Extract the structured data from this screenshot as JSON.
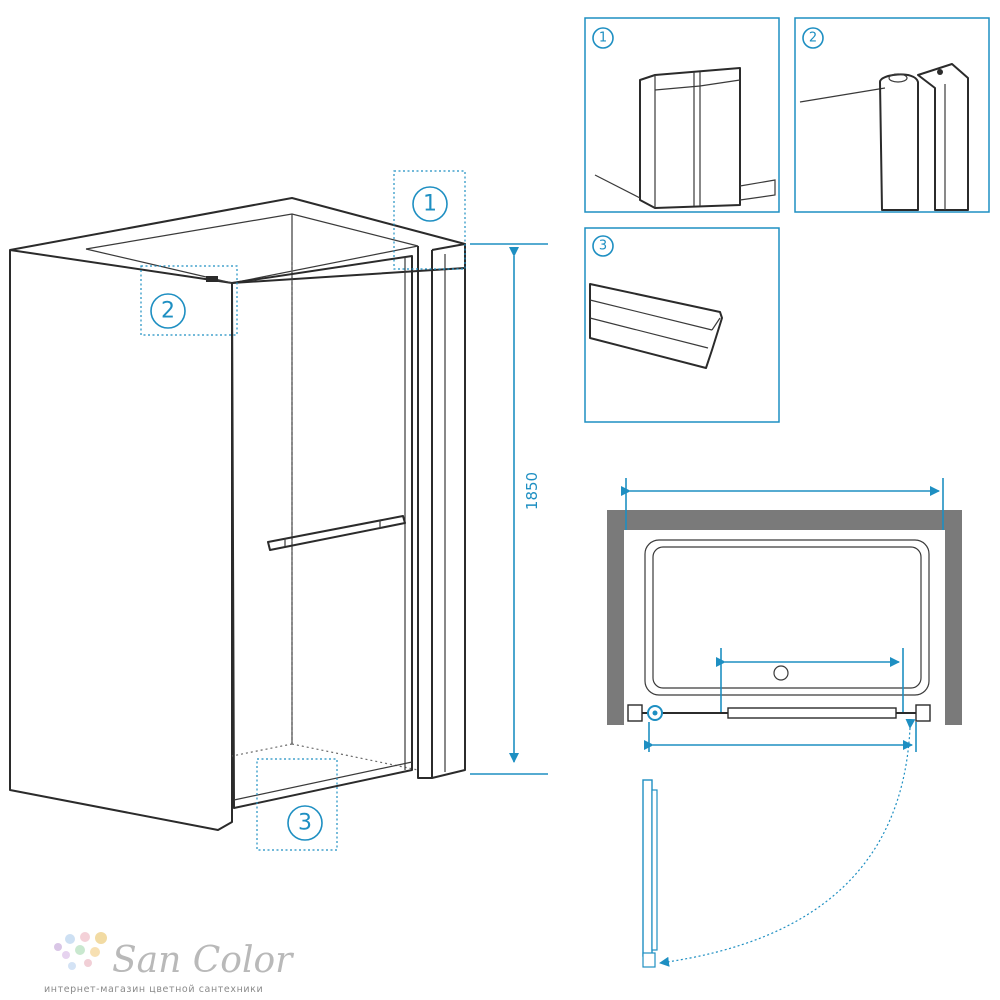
{
  "colors": {
    "accent": "#1e8fc2",
    "line": "#2b2b2b",
    "wall": "#7a7a7a"
  },
  "callouts": [
    {
      "number": "1"
    },
    {
      "number": "2"
    },
    {
      "number": "3"
    }
  ],
  "dimensions": {
    "height": "1850"
  },
  "logo": {
    "name": "San Color",
    "tagline": "интернет-магазин цветной сантехники"
  }
}
